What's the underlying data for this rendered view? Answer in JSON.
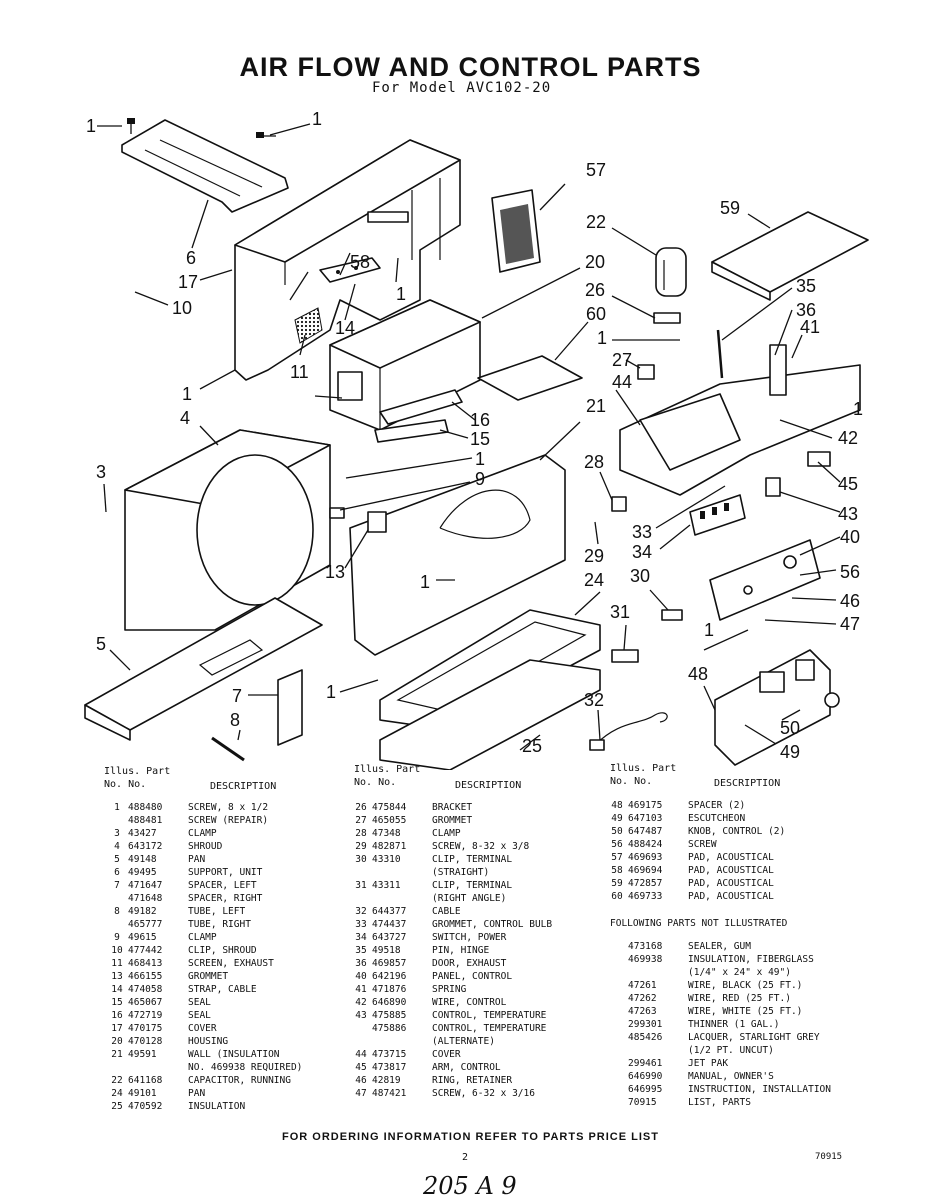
{
  "header": {
    "title": "AIR FLOW AND CONTROL PARTS",
    "subtitle": "For Model AVC102-20"
  },
  "diagram": {
    "callouts": [
      "1",
      "1",
      "6",
      "17",
      "58",
      "10",
      "14",
      "1",
      "11",
      "1",
      "4",
      "57",
      "22",
      "59",
      "20",
      "26",
      "35",
      "36",
      "60",
      "1",
      "41",
      "27",
      "44",
      "1",
      "16",
      "15",
      "21",
      "1",
      "9",
      "3",
      "28",
      "42",
      "45",
      "43",
      "1",
      "13",
      "33",
      "34",
      "40",
      "29",
      "30",
      "56",
      "1",
      "24",
      "46",
      "31",
      "47",
      "5",
      "7",
      "1",
      "48",
      "8",
      "32",
      "50",
      "25",
      "49"
    ]
  },
  "table_headers": {
    "illus": "Illus. Part",
    "no": "No.   No.",
    "description": "DESCRIPTION"
  },
  "columns": [
    [
      {
        "illus": "1",
        "part": "488480",
        "desc": "SCREW, 8 x 1/2"
      },
      {
        "illus": "",
        "part": "488481",
        "desc": "SCREW (REPAIR)"
      },
      {
        "illus": "3",
        "part": "43427",
        "desc": "CLAMP"
      },
      {
        "illus": "4",
        "part": "643172",
        "desc": "SHROUD"
      },
      {
        "illus": "5",
        "part": "49148",
        "desc": "PAN"
      },
      {
        "illus": "6",
        "part": "49495",
        "desc": "SUPPORT, UNIT"
      },
      {
        "illus": "7",
        "part": "471647",
        "desc": "SPACER, LEFT"
      },
      {
        "illus": "",
        "part": "471648",
        "desc": "SPACER, RIGHT"
      },
      {
        "illus": "8",
        "part": "49182",
        "desc": "TUBE, LEFT"
      },
      {
        "illus": "",
        "part": "465777",
        "desc": "TUBE, RIGHT"
      },
      {
        "illus": "9",
        "part": "49615",
        "desc": "CLAMP"
      },
      {
        "illus": "10",
        "part": "477442",
        "desc": "CLIP, SHROUD"
      },
      {
        "illus": "11",
        "part": "468413",
        "desc": "SCREEN, EXHAUST"
      },
      {
        "illus": "13",
        "part": "466155",
        "desc": "GROMMET"
      },
      {
        "illus": "14",
        "part": "474058",
        "desc": "STRAP, CABLE"
      },
      {
        "illus": "15",
        "part": "465067",
        "desc": "SEAL"
      },
      {
        "illus": "16",
        "part": "472719",
        "desc": "SEAL"
      },
      {
        "illus": "17",
        "part": "470175",
        "desc": "COVER"
      },
      {
        "illus": "20",
        "part": "470128",
        "desc": "HOUSING"
      },
      {
        "illus": "21",
        "part": "49591",
        "desc": "WALL (INSULATION"
      },
      {
        "illus": "",
        "part": "",
        "desc": "NO. 469938 REQUIRED)"
      },
      {
        "illus": "22",
        "part": "641168",
        "desc": "CAPACITOR, RUNNING"
      },
      {
        "illus": "24",
        "part": "49101",
        "desc": "PAN"
      },
      {
        "illus": "25",
        "part": "470592",
        "desc": "INSULATION"
      }
    ],
    [
      {
        "illus": "26",
        "part": "475844",
        "desc": "BRACKET"
      },
      {
        "illus": "27",
        "part": "465055",
        "desc": "GROMMET"
      },
      {
        "illus": "28",
        "part": "47348",
        "desc": "CLAMP"
      },
      {
        "illus": "29",
        "part": "482871",
        "desc": "SCREW, 8-32 x 3/8"
      },
      {
        "illus": "30",
        "part": "43310",
        "desc": "CLIP, TERMINAL"
      },
      {
        "illus": "",
        "part": "",
        "desc": "(STRAIGHT)"
      },
      {
        "illus": "31",
        "part": "43311",
        "desc": "CLIP, TERMINAL"
      },
      {
        "illus": "",
        "part": "",
        "desc": "(RIGHT ANGLE)"
      },
      {
        "illus": "32",
        "part": "644377",
        "desc": "CABLE"
      },
      {
        "illus": "33",
        "part": "474437",
        "desc": "GROMMET, CONTROL BULB"
      },
      {
        "illus": "34",
        "part": "643727",
        "desc": "SWITCH, POWER"
      },
      {
        "illus": "35",
        "part": "49518",
        "desc": "PIN, HINGE"
      },
      {
        "illus": "36",
        "part": "469857",
        "desc": "DOOR, EXHAUST"
      },
      {
        "illus": "40",
        "part": "642196",
        "desc": "PANEL, CONTROL"
      },
      {
        "illus": "41",
        "part": "471876",
        "desc": "SPRING"
      },
      {
        "illus": "42",
        "part": "646890",
        "desc": "WIRE, CONTROL"
      },
      {
        "illus": "43",
        "part": "475885",
        "desc": "CONTROL, TEMPERATURE"
      },
      {
        "illus": "",
        "part": "475886",
        "desc": "CONTROL, TEMPERATURE"
      },
      {
        "illus": "",
        "part": "",
        "desc": "(ALTERNATE)"
      },
      {
        "illus": "44",
        "part": "473715",
        "desc": "COVER"
      },
      {
        "illus": "45",
        "part": "473817",
        "desc": "ARM, CONTROL"
      },
      {
        "illus": "46",
        "part": "42819",
        "desc": "RING, RETAINER"
      },
      {
        "illus": "47",
        "part": "487421",
        "desc": "SCREW, 6-32 x 3/16"
      }
    ],
    [
      {
        "illus": "48",
        "part": "469175",
        "desc": "SPACER (2)"
      },
      {
        "illus": "49",
        "part": "647103",
        "desc": "ESCUTCHEON"
      },
      {
        "illus": "50",
        "part": "647487",
        "desc": "KNOB, CONTROL (2)"
      },
      {
        "illus": "56",
        "part": "488424",
        "desc": "SCREW"
      },
      {
        "illus": "57",
        "part": "469693",
        "desc": "PAD, ACOUSTICAL"
      },
      {
        "illus": "58",
        "part": "469694",
        "desc": "PAD, ACOUSTICAL"
      },
      {
        "illus": "59",
        "part": "472857",
        "desc": "PAD, ACOUSTICAL"
      },
      {
        "illus": "60",
        "part": "469733",
        "desc": "PAD, ACOUSTICAL"
      }
    ]
  ],
  "not_illustrated": {
    "heading": "FOLLOWING PARTS NOT ILLUSTRATED",
    "items": [
      {
        "part": "473168",
        "desc": "SEALER, GUM"
      },
      {
        "part": "469938",
        "desc": "INSULATION, FIBERGLASS"
      },
      {
        "part": "",
        "desc": "(1/4\" x 24\" x 49\")"
      },
      {
        "part": "47261",
        "desc": "WIRE, BLACK (25 FT.)"
      },
      {
        "part": "47262",
        "desc": "WIRE, RED (25 FT.)"
      },
      {
        "part": "47263",
        "desc": "WIRE, WHITE (25 FT.)"
      },
      {
        "part": "299301",
        "desc": "THINNER (1 GAL.)"
      },
      {
        "part": "485426",
        "desc": "LACQUER, STARLIGHT GREY"
      },
      {
        "part": "",
        "desc": "(1/2 PT. UNCUT)"
      },
      {
        "part": "299461",
        "desc": "JET PAK"
      },
      {
        "part": "646990",
        "desc": "MANUAL, OWNER'S"
      },
      {
        "part": "646995",
        "desc": "INSTRUCTION, INSTALLATION"
      },
      {
        "part": "70915",
        "desc": "LIST, PARTS"
      }
    ]
  },
  "footer": {
    "ordering": "FOR ORDERING INFORMATION REFER TO PARTS PRICE LIST",
    "page": "2",
    "code": "70915",
    "handwritten": "205 A 9"
  }
}
